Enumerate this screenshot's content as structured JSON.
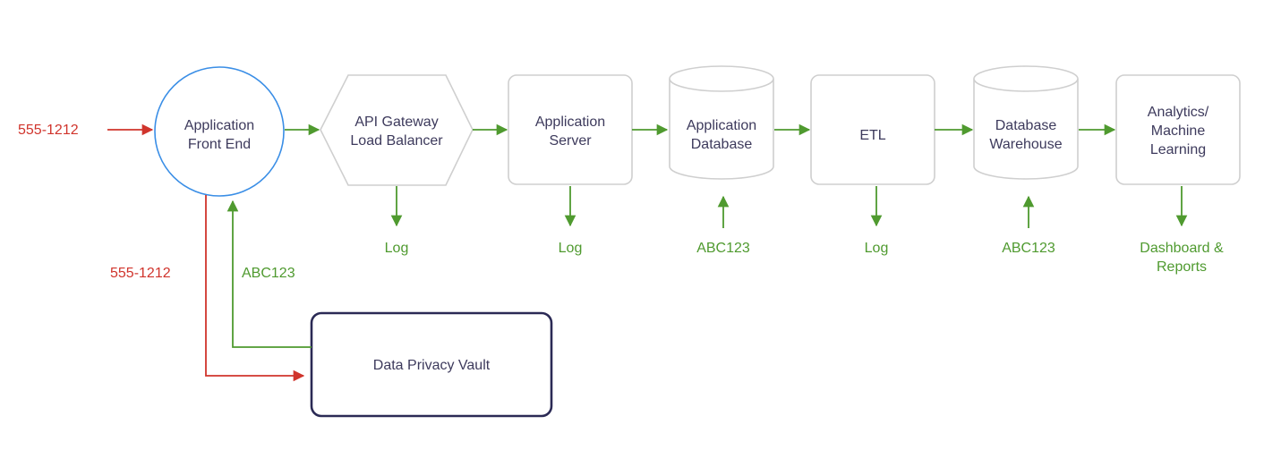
{
  "colors": {
    "node_text": "#3d3a5c",
    "node_stroke": "#cfcfcf",
    "front_end_stroke": "#3a8ee6",
    "vault_stroke": "#2b2a55",
    "sensitive": "#d0342c",
    "tokenized": "#4f9a2f"
  },
  "nodes": {
    "front_end": {
      "shape": "circle",
      "line1": "Application",
      "line2": "Front End"
    },
    "gateway": {
      "shape": "hexagon",
      "line1": "API Gateway",
      "line2": "Load Balancer"
    },
    "app_server": {
      "shape": "rounded-rectangle",
      "line1": "Application",
      "line2": "Server"
    },
    "app_db": {
      "shape": "cylinder",
      "line1": "Application",
      "line2": "Database"
    },
    "etl": {
      "shape": "rounded-rectangle",
      "label": "ETL"
    },
    "warehouse": {
      "shape": "cylinder",
      "line1": "Database",
      "line2": "Warehouse"
    },
    "analytics": {
      "shape": "rounded-rectangle",
      "line1": "Analytics/",
      "line2": "Machine",
      "line3": "Learning"
    },
    "vault": {
      "shape": "rounded-rectangle",
      "label": "Data Privacy Vault"
    }
  },
  "edge_labels": {
    "input_phone": "555-1212",
    "to_vault_phone": "555-1212",
    "from_vault_token": "ABC123",
    "gateway_log": "Log",
    "server_log": "Log",
    "app_db_token": "ABC123",
    "etl_log": "Log",
    "warehouse_token": "ABC123",
    "dashboard_line1": "Dashboard &",
    "dashboard_line2": "Reports"
  }
}
